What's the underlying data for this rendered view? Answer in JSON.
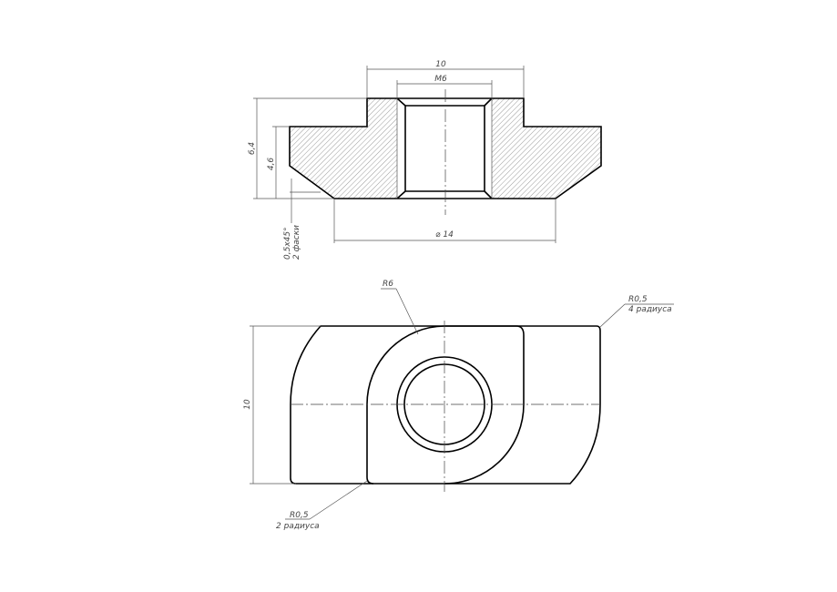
{
  "section_view": {
    "dim_width_top": "10",
    "dim_thread": "M6",
    "dim_height_total": "6,4",
    "dim_height_flange": "4,6",
    "dim_chamfer": "0,5x45°",
    "dim_chamfer_note": "2 фаски",
    "dim_diameter": "⌀ 14"
  },
  "plan_view": {
    "dim_height": "10",
    "radius_large": "R6",
    "radius_small_right": "R0,5",
    "radius_small_right_note": "4 радиуса",
    "radius_small_left": "R0,5",
    "radius_small_left_note": "2 радиуса"
  }
}
